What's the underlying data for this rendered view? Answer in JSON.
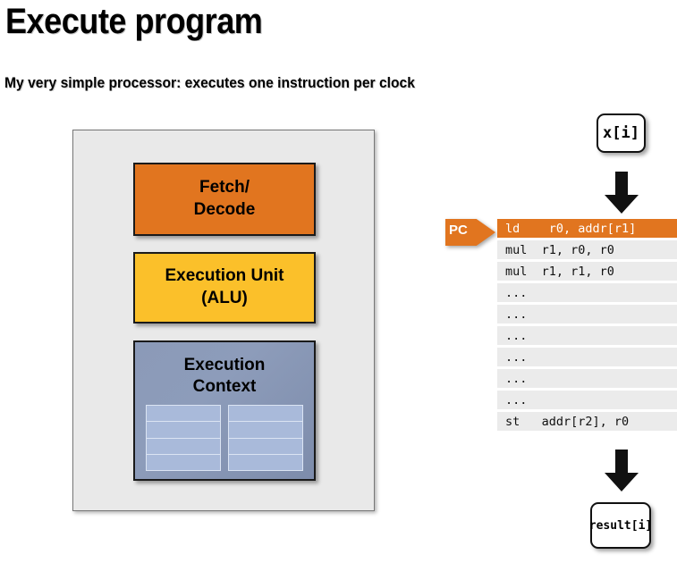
{
  "slide": {
    "title": "Execute program",
    "subtitle": "My very simple processor: executes one instruction per clock"
  },
  "colors": {
    "orange": "#e1751f",
    "yellow": "#fbc02a",
    "slate_blue": "#8b9ab8",
    "register_blue": "#a9bada",
    "container_gray": "#e9e9e9",
    "row_gray": "#ebebeb"
  },
  "processor": {
    "blocks": [
      {
        "id": "fetch-decode",
        "line1": "Fetch/",
        "line2": "Decode",
        "color": "#e1751f"
      },
      {
        "id": "execution-unit",
        "line1": "Execution Unit",
        "line2": "(ALU)",
        "color": "#fbc02a"
      },
      {
        "id": "execution-context",
        "line1": "Execution",
        "line2": "Context",
        "color": "#8b9ab8"
      }
    ],
    "context_grid": {
      "columns": 2,
      "rows": 4
    }
  },
  "flow": {
    "input_label": "x[i]",
    "output_label": "result[i]",
    "arrow_top_icon": "arrow-down-icon",
    "arrow_bottom_icon": "arrow-down-icon"
  },
  "program_counter": {
    "label": "PC",
    "points_to_row": 0
  },
  "instructions": [
    {
      "text": "ld    r0, addr[r1]",
      "active": true
    },
    {
      "text": "mul  r1, r0, r0",
      "active": false
    },
    {
      "text": "mul  r1, r1, r0",
      "active": false
    },
    {
      "text": "...",
      "active": false
    },
    {
      "text": "...",
      "active": false
    },
    {
      "text": "...",
      "active": false
    },
    {
      "text": "...",
      "active": false
    },
    {
      "text": "...",
      "active": false
    },
    {
      "text": "...",
      "active": false
    },
    {
      "text": "st   addr[r2], r0",
      "active": false
    }
  ]
}
